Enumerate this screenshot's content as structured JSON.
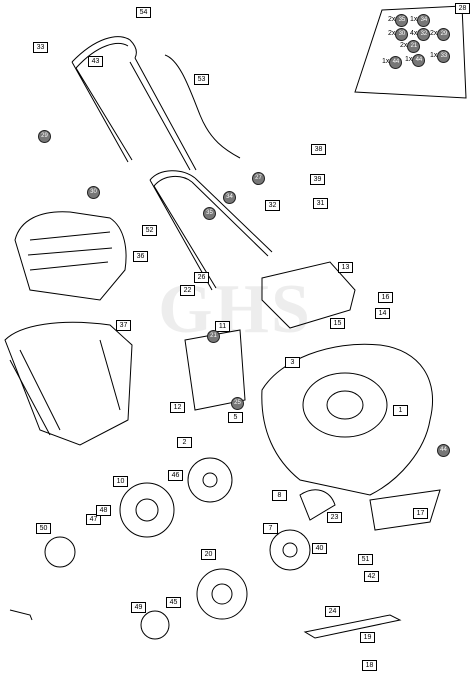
{
  "diagram": {
    "parts": [
      {
        "id": "1"
      },
      {
        "id": "2"
      },
      {
        "id": "3"
      },
      {
        "id": "5"
      },
      {
        "id": "7"
      },
      {
        "id": "8"
      },
      {
        "id": "10"
      },
      {
        "id": "11"
      },
      {
        "id": "12"
      },
      {
        "id": "13"
      },
      {
        "id": "14"
      },
      {
        "id": "15"
      },
      {
        "id": "16"
      },
      {
        "id": "17"
      },
      {
        "id": "18"
      },
      {
        "id": "19"
      },
      {
        "id": "20"
      },
      {
        "id": "21"
      },
      {
        "id": "22"
      },
      {
        "id": "23"
      },
      {
        "id": "24"
      },
      {
        "id": "25"
      },
      {
        "id": "26"
      },
      {
        "id": "27"
      },
      {
        "id": "28"
      },
      {
        "id": "29"
      },
      {
        "id": "30"
      },
      {
        "id": "31"
      },
      {
        "id": "32"
      },
      {
        "id": "33"
      },
      {
        "id": "34"
      },
      {
        "id": "35"
      },
      {
        "id": "36"
      },
      {
        "id": "37"
      },
      {
        "id": "38"
      },
      {
        "id": "39"
      },
      {
        "id": "40"
      },
      {
        "id": "42"
      },
      {
        "id": "43"
      },
      {
        "id": "44"
      },
      {
        "id": "45"
      },
      {
        "id": "46"
      },
      {
        "id": "47"
      },
      {
        "id": "48"
      },
      {
        "id": "49"
      },
      {
        "id": "50"
      },
      {
        "id": "51"
      },
      {
        "id": "52"
      },
      {
        "id": "53"
      },
      {
        "id": "54"
      }
    ],
    "bag_contents": [
      {
        "qty": "2x",
        "id": "35"
      },
      {
        "qty": "1x",
        "id": "34"
      },
      {
        "qty": "2x",
        "id": "30"
      },
      {
        "qty": "2x",
        "id": "21"
      },
      {
        "qty": "4x",
        "id": "32"
      },
      {
        "qty": "2x",
        "id": "29"
      },
      {
        "qty": "1x",
        "id": "44"
      },
      {
        "qty": "1x",
        "id": "44"
      },
      {
        "qty": "1x",
        "id": "33"
      }
    ],
    "watermark": "GHS"
  }
}
